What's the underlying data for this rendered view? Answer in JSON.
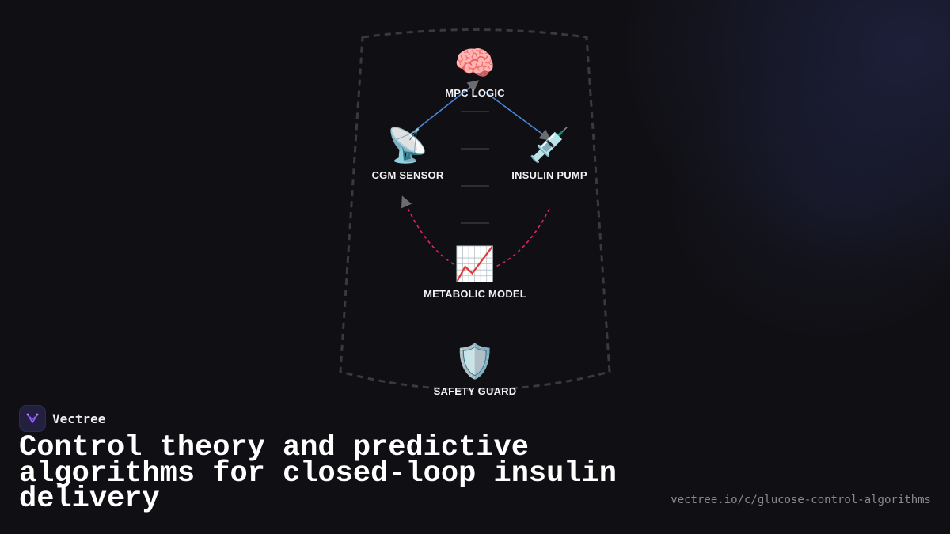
{
  "diagram": {
    "nodes": [
      {
        "id": "mpc",
        "label": "MPC LOGIC",
        "icon": "brain-icon",
        "glyph": "🧠"
      },
      {
        "id": "cgm",
        "label": "CGM SENSOR",
        "icon": "satellite-antenna-icon",
        "glyph": "📡"
      },
      {
        "id": "pump",
        "label": "INSULIN PUMP",
        "icon": "syringe-icon",
        "glyph": "💉"
      },
      {
        "id": "model",
        "label": "METABOLIC MODEL",
        "icon": "chart-increasing-icon",
        "glyph": "📈"
      },
      {
        "id": "safety",
        "label": "SAFETY GUARD",
        "icon": "shield-icon",
        "glyph": "🛡️"
      }
    ],
    "edges": [
      {
        "from": "cgm",
        "to": "mpc",
        "style": "solid",
        "color": "#4a86d6"
      },
      {
        "from": "mpc",
        "to": "pump",
        "style": "solid",
        "color": "#4a86d6"
      },
      {
        "from": "pump",
        "to": "model",
        "style": "dashed",
        "color": "#e0245e"
      },
      {
        "from": "model",
        "to": "cgm",
        "style": "dashed",
        "color": "#e0245e"
      }
    ],
    "boundary": {
      "style": "dashed",
      "color": "#3a3a3e"
    }
  },
  "brand": {
    "name": "Vectree",
    "logo_color": "#8b5cf6"
  },
  "headline": "Control theory and predictive algorithms for closed-loop insulin delivery",
  "url": "vectree.io/c/glucose-control-algorithms",
  "colors": {
    "background": "#101014",
    "text": "#ffffff",
    "muted": "#8a8a8e"
  }
}
